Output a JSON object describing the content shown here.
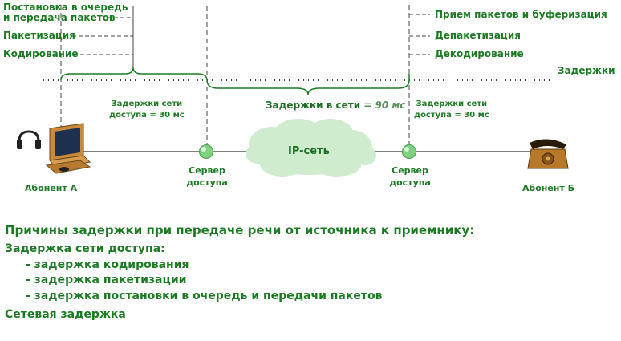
{
  "left_steps": {
    "queue": "Постановка в очередь\nи передача пакетов",
    "queue_line1": "Постановка в очередь",
    "queue_line2": "и передача пакетов",
    "packetize": "Пакетизация",
    "encode": "Кодирование"
  },
  "right_steps": {
    "receive": "Прием пакетов и буферизация",
    "depacketize": "Депакетизация",
    "decode": "Декодирование"
  },
  "delays_label": "Задержки",
  "access_delay_left": {
    "line1": "Задержки сети",
    "line2": "доступа = 30 мс"
  },
  "access_delay_right": {
    "line1": "Задержки сети",
    "line2": "доступа = 30 мс"
  },
  "network_delay": {
    "label": "Задержки в сети",
    "value": "= 90 мс"
  },
  "cloud_label": "IP-сеть",
  "server_left": {
    "line1": "Сервер",
    "line2": "доступа"
  },
  "server_right": {
    "line1": "Сервер",
    "line2": "доступа"
  },
  "subscriber_a": "Абонент А",
  "subscriber_b": "Абонент Б",
  "causes": {
    "heading": "Причины задержки при передаче речи от источника к приемнику:",
    "access_title": "Задержка сети доступа:",
    "items": [
      "- задержка кодирования",
      "- задержка пакетизации",
      "- задержка постановки в очередь и передачи пакетов"
    ],
    "network_title": "Сетевая задержка"
  },
  "colors": {
    "text": "#1d7a24",
    "line": "#000000",
    "node": "#7fd27f",
    "cloud": "#cfeccf",
    "phone": "#b8782a"
  }
}
